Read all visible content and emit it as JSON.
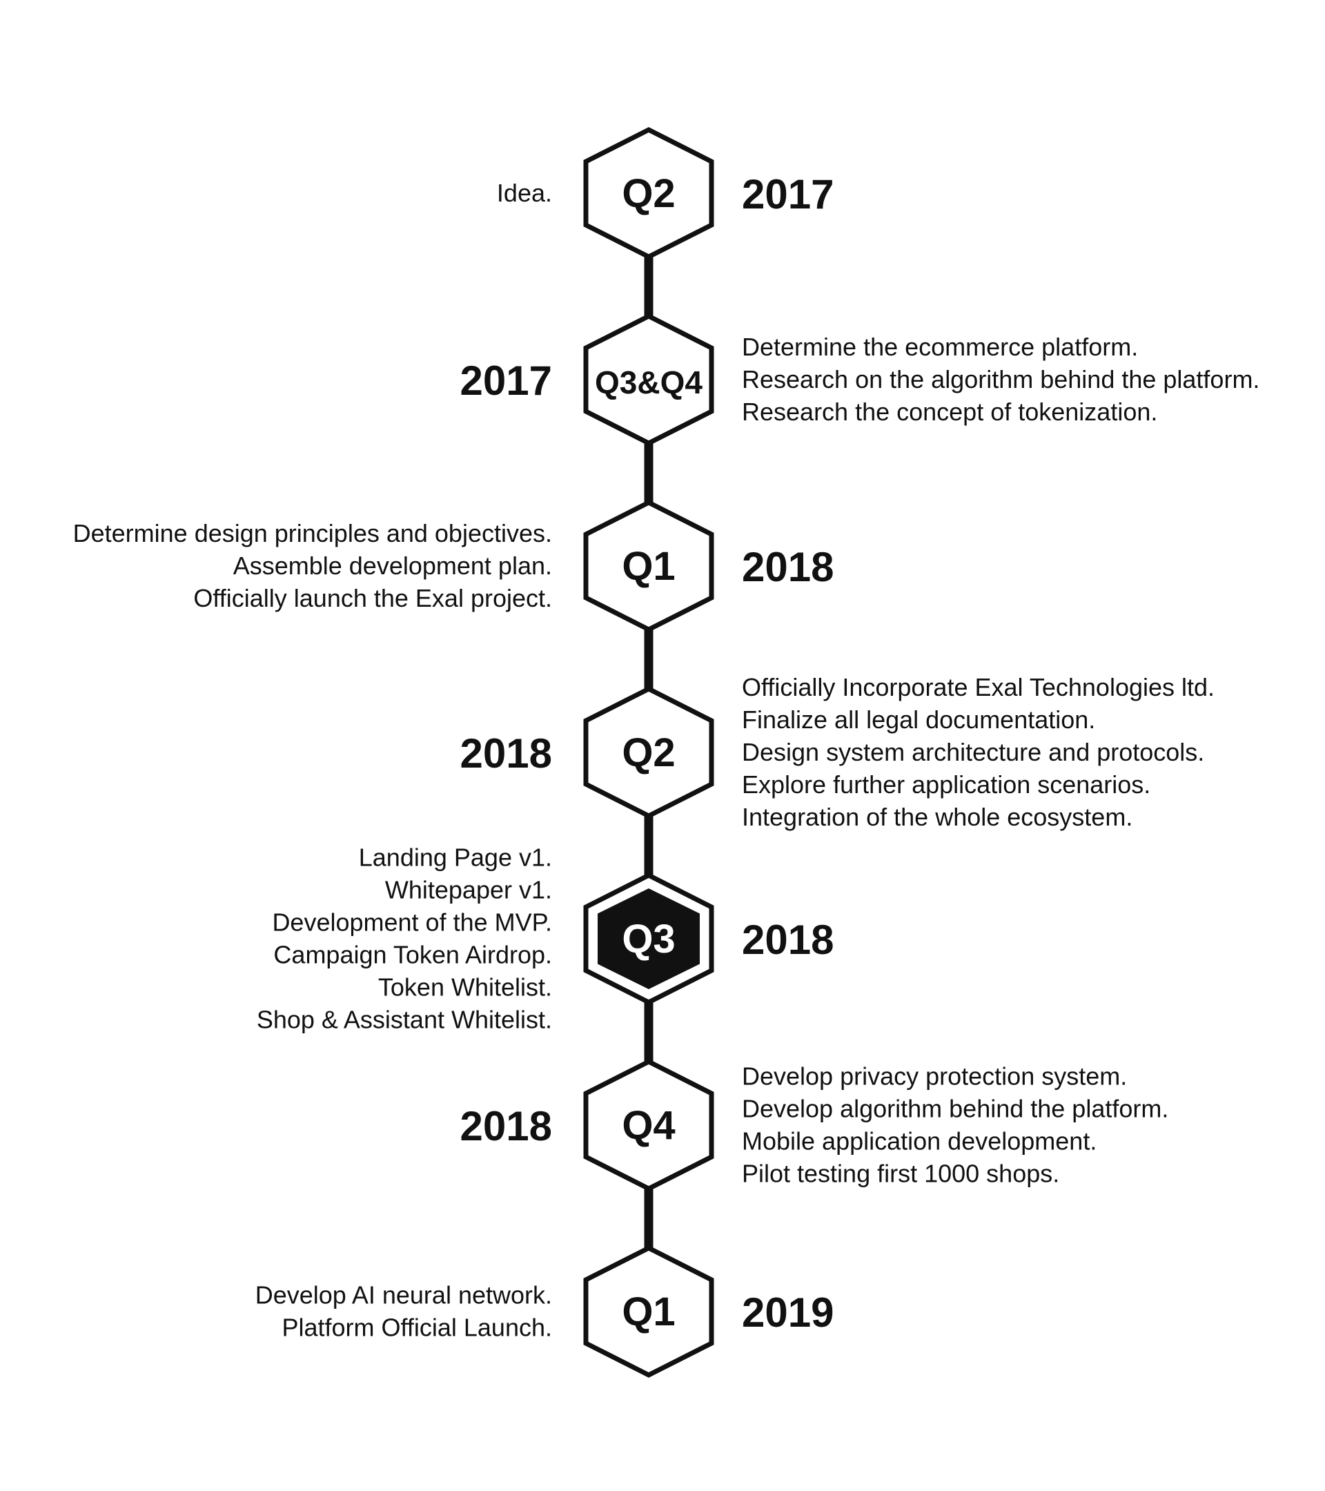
{
  "milestones": [
    {
      "quarter": "Q2",
      "year": "2017",
      "year_side": "right",
      "highlight": false,
      "items": [
        "Idea."
      ]
    },
    {
      "quarter": "Q3&Q4",
      "year": "2017",
      "year_side": "left",
      "highlight": false,
      "items": [
        "Determine the ecommerce platform.",
        "Research on the algorithm behind the platform.",
        "Research the concept of tokenization."
      ]
    },
    {
      "quarter": "Q1",
      "year": "2018",
      "year_side": "right",
      "highlight": false,
      "items": [
        "Determine design principles and objectives.",
        "Assemble development plan.",
        "Officially launch the Exal project."
      ]
    },
    {
      "quarter": "Q2",
      "year": "2018",
      "year_side": "left",
      "highlight": false,
      "items": [
        "Officially Incorporate Exal Technologies ltd.",
        "Finalize all legal documentation.",
        "Design system architecture and protocols.",
        "Explore further application scenarios.",
        "Integration of the whole ecosystem."
      ]
    },
    {
      "quarter": "Q3",
      "year": "2018",
      "year_side": "right",
      "highlight": true,
      "items": [
        "Landing Page v1.",
        "Whitepaper v1.",
        "Development of the MVP.",
        "Campaign Token Airdrop.",
        "Token Whitelist.",
        "Shop & Assistant Whitelist."
      ]
    },
    {
      "quarter": "Q4",
      "year": "2018",
      "year_side": "left",
      "highlight": false,
      "items": [
        "Develop privacy protection system.",
        "Develop algorithm behind the platform.",
        "Mobile application development.",
        "Pilot testing first 1000 shops."
      ]
    },
    {
      "quarter": "Q1",
      "year": "2019",
      "year_side": "right",
      "highlight": false,
      "items": [
        "Develop AI neural network.",
        "Platform Official Launch."
      ]
    }
  ],
  "colors": {
    "ink": "#111111",
    "background": "#ffffff",
    "highlight_fill": "#111111",
    "highlight_text": "#ffffff"
  }
}
